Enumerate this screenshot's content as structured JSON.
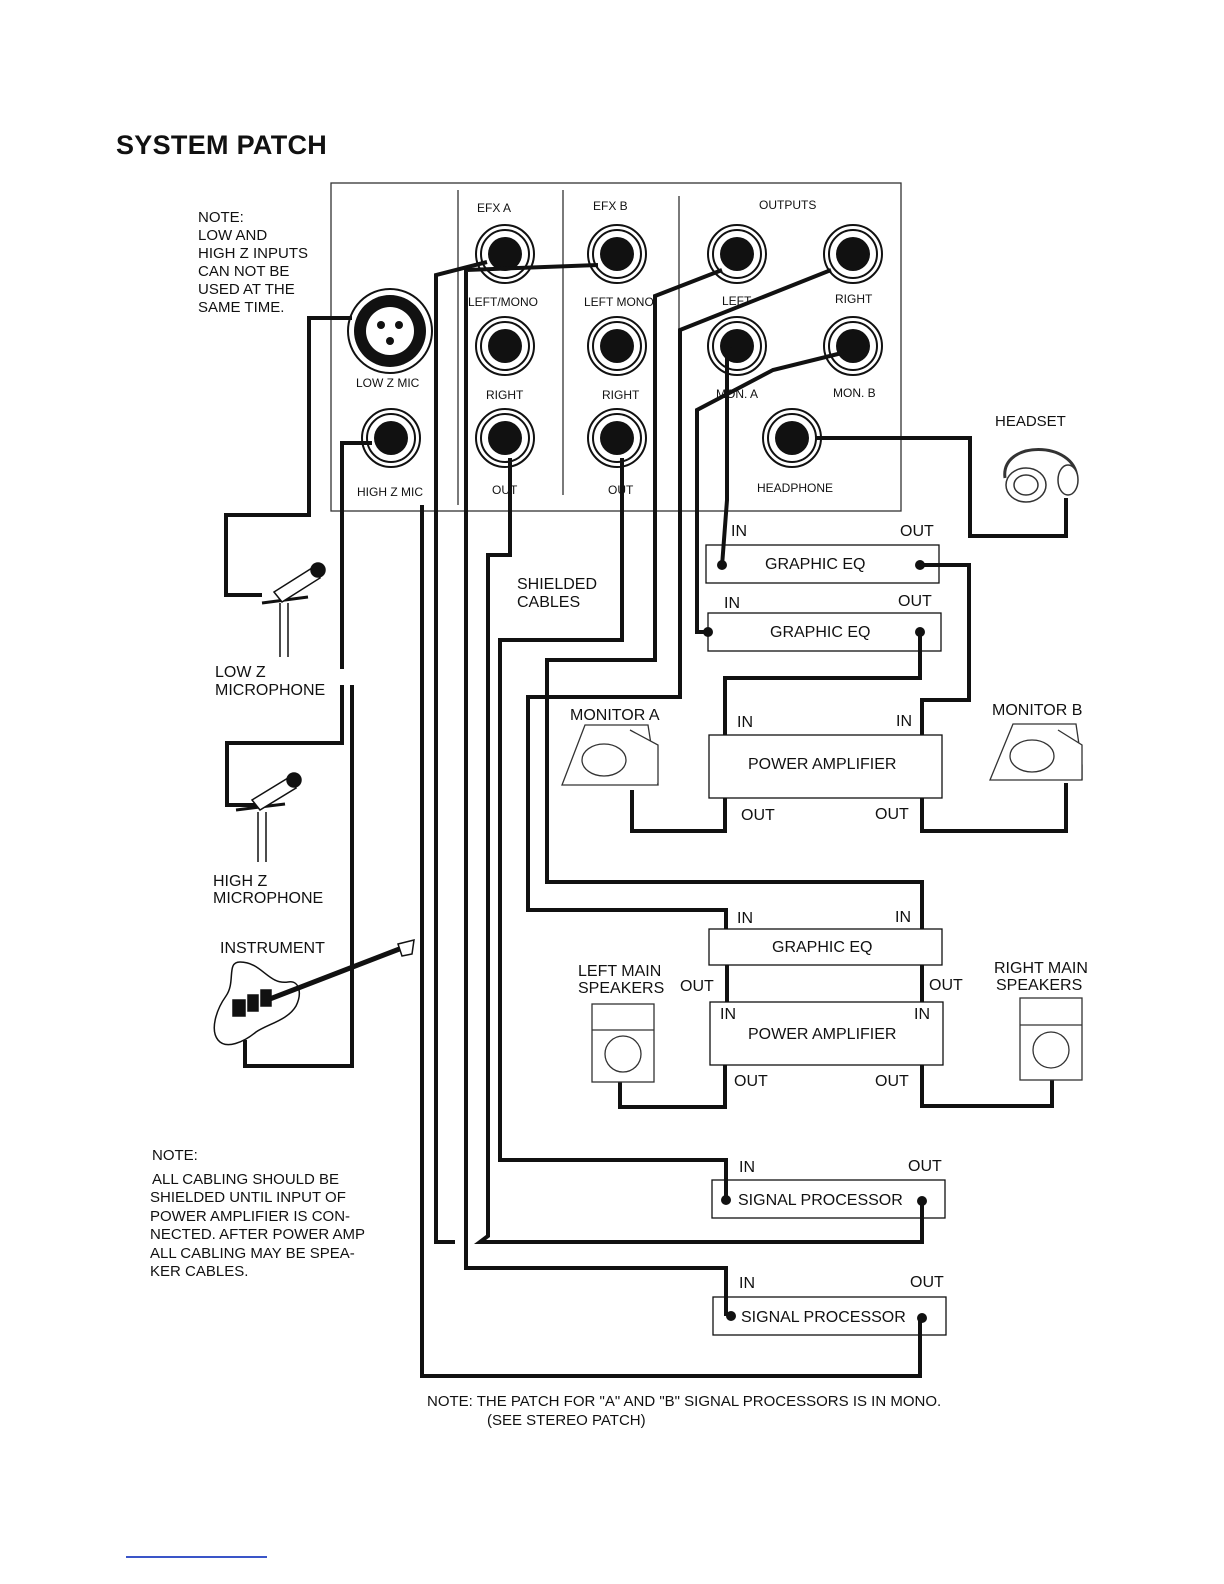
{
  "title": "SYSTEM PATCH",
  "note_top": [
    "NOTE:",
    "LOW AND",
    "HIGH Z INPUTS",
    "CAN NOT BE",
    "USED AT THE",
    "SAME TIME."
  ],
  "panel": {
    "efx_a": "EFX  A",
    "efx_b": "EFX  B",
    "outputs": "OUTPUTS",
    "low_z_mic": "LOW Z MIC",
    "high_z_mic": "HIGH Z MIC",
    "efx_a_left": "LEFT/MONO",
    "efx_b_left": "LEFT MONO",
    "efx_a_right": "RIGHT",
    "efx_b_right": "RIGHT",
    "efx_a_out": "OUT",
    "efx_b_out": "OUT",
    "out_left": "LEFT",
    "out_right": "RIGHT",
    "mon_a": "MON. A",
    "mon_b": "MON. B",
    "headphone": "HEADPHONE"
  },
  "devices": {
    "headset": "HEADSET",
    "low_z_microphone": [
      "LOW Z",
      "MICROPHONE"
    ],
    "high_z_microphone": [
      "HIGH Z",
      "MICROPHONE"
    ],
    "instrument": "INSTRUMENT",
    "shielded_cables": [
      "SHIELDED",
      "CABLES"
    ],
    "monitor_a": "MONITOR A",
    "monitor_b": "MONITOR B",
    "left_main": [
      "LEFT MAIN",
      "SPEAKERS"
    ],
    "right_main": [
      "RIGHT MAIN",
      "SPEAKERS"
    ],
    "graphic_eq": "GRAPHIC EQ",
    "power_amplifier": "POWER AMPLIFIER",
    "signal_processor": "SIGNAL  PROCESSOR",
    "in": "IN",
    "out": "OUT"
  },
  "note_bottom": [
    "NOTE:",
    "ALL  CABLING  SHOULD  BE",
    "SHIELDED  UNTIL  INPUT  OF",
    "POWER  AMPLIFIER  IS  CON-",
    "NECTED. AFTER POWER AMP",
    "ALL CABLING MAY BE SPEA-",
    "KER CABLES."
  ],
  "note_footer": [
    "NOTE: THE PATCH FOR \"A\" AND \"B\" SIGNAL PROCESSORS IS IN MONO.",
    "(SEE STEREO PATCH)"
  ]
}
